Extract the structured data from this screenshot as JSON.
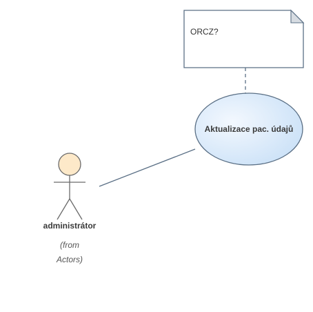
{
  "note": {
    "text": "ORCZ?",
    "fill": "#ffffff",
    "stroke": "#5a6f85",
    "fold_fill": "#d7dce2"
  },
  "usecase": {
    "label": "Aktualizace pac. údajů",
    "gradient_light": "#f3f8fe",
    "gradient_dark": "#c9e0f7",
    "stroke": "#5a6f85"
  },
  "actor": {
    "name": "administrátor",
    "origin_line1": "(from",
    "origin_line2": "Actors)",
    "head_fill": "#fde9c9",
    "stroke": "#6a6a6a"
  },
  "connectors": {
    "association_color": "#5a6f85",
    "note_link_color": "#5a6f85"
  }
}
